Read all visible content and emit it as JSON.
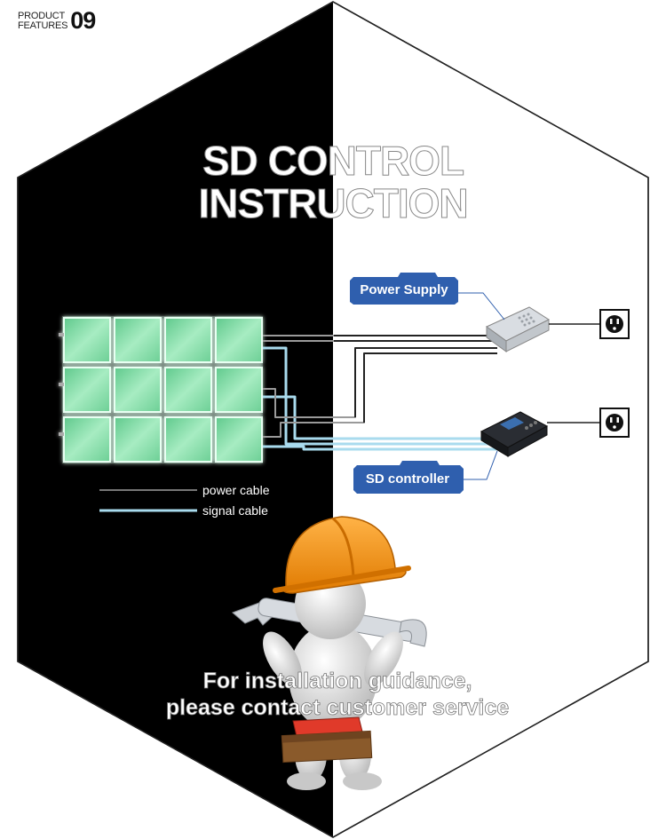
{
  "header": {
    "line1": "PRODUCT",
    "line2": "FEATURES",
    "number": "09"
  },
  "title": {
    "line1": "SD CONTROL",
    "line2": "INSTRUCTION"
  },
  "labels": {
    "power_supply": "Power Supply",
    "sd_controller": "SD controller"
  },
  "legend": {
    "power_cable": "power cable",
    "signal_cable": "signal cable"
  },
  "footer": {
    "line1": "For installation guidance,",
    "line2": "please contact customer service"
  },
  "colors": {
    "background_dark": "#000000",
    "background_light": "#ffffff",
    "panel_green": "#7fd6a2",
    "label_blue": "#2f5fae",
    "signal_cable": "#a9dbee",
    "helmet_orange": "#f08a12"
  }
}
